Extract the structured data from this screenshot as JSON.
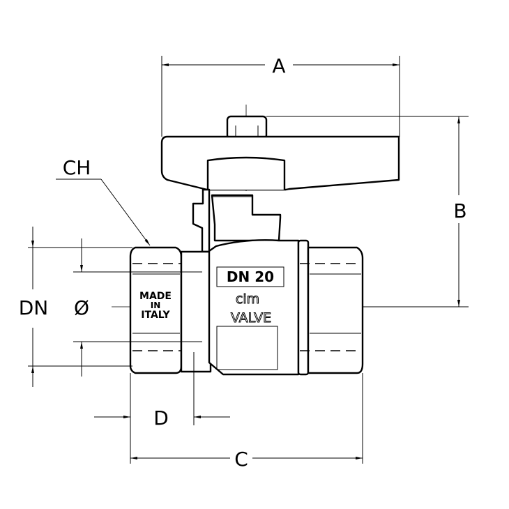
{
  "title": "Ball valve dimensional drawing",
  "dimensions": {
    "A": "A",
    "B": "B",
    "C": "C",
    "D": "D",
    "CH": "CH",
    "DN": "DN",
    "diameter": "Ø"
  },
  "markings": {
    "dn": "DN  20",
    "brand": "CIM",
    "model": "VALVE",
    "origin_1": "MADE",
    "origin_2": "IN",
    "origin_3": "ITALY"
  }
}
